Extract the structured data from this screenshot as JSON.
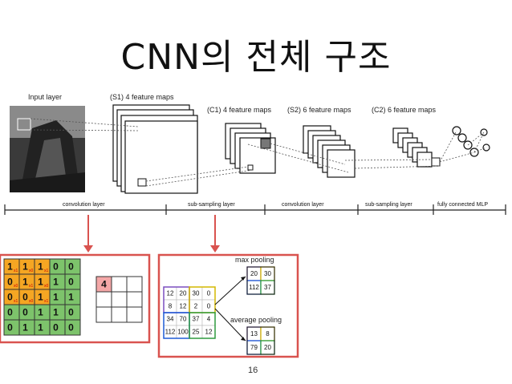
{
  "title": "CNN의 전체 구조",
  "page_number": "16",
  "top_labels": {
    "input": "Input layer",
    "s1": "(S1) 4 feature maps",
    "c1": "(C1) 4 feature maps",
    "s2": "(S2) 6 feature maps",
    "c2": "(C2) 6 feature maps"
  },
  "bottom_labels": [
    "convolution layer",
    "sub-sampling layer",
    "convolution layer",
    "sub-sampling layer",
    "fully connected MLP"
  ],
  "conv_example": {
    "input_grid": [
      [
        1,
        1,
        1,
        0,
        0
      ],
      [
        0,
        1,
        1,
        1,
        0
      ],
      [
        0,
        0,
        1,
        1,
        1
      ],
      [
        0,
        0,
        1,
        1,
        0
      ],
      [
        0,
        1,
        1,
        0,
        0
      ]
    ],
    "kernel_marks": [
      [
        "x1",
        "x0",
        "x1"
      ],
      [
        "x0",
        "x1",
        "x0"
      ],
      [
        "x1",
        "x0",
        "x1"
      ]
    ],
    "output_first": "4"
  },
  "pool_example": {
    "input_grid": [
      [
        "12",
        "20",
        "30",
        "0"
      ],
      [
        "8",
        "12",
        "2",
        "0"
      ],
      [
        "34",
        "70",
        "37",
        "4"
      ],
      [
        "112",
        "100",
        "25",
        "12"
      ]
    ],
    "max_label": "max pooling",
    "max_result": [
      [
        "20",
        "30"
      ],
      [
        "112",
        "37"
      ]
    ],
    "avg_label": "average pooling",
    "avg_result": [
      [
        "13",
        "8"
      ],
      [
        "79",
        "20"
      ]
    ]
  },
  "colors": {
    "accent_red": "#d9534f",
    "highlight_orange": "#f5a623",
    "grid_green": "#7dc36b",
    "output_pink": "#f4a7a7"
  }
}
